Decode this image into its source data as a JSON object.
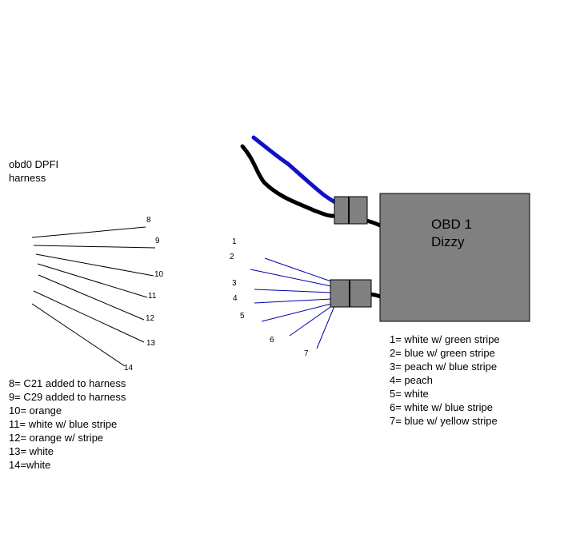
{
  "left_harness": {
    "title_lines": [
      "obd0 DPFI",
      "harness"
    ],
    "wire_numbers": [
      "8",
      "9",
      "10",
      "11",
      "12",
      "13",
      "14"
    ],
    "legend": [
      "8= C21 added to harness",
      "9= C29 added to harness",
      "10= orange",
      "11= white w/ blue stripe",
      "12= orange w/ stripe",
      "13= white",
      "14=white"
    ]
  },
  "distributor": {
    "label_lines": [
      "OBD 1",
      "Dizzy"
    ],
    "body_color": "#808080",
    "wire_numbers": [
      "1",
      "2",
      "3",
      "4",
      "5",
      "6",
      "7"
    ],
    "legend": [
      "1= white w/ green stripe",
      "2= blue w/ green stripe",
      "3= peach w/ blue stripe",
      "4= peach",
      "5= white",
      "6= white w/ blue stripe",
      "7= blue w/ yellow stripe"
    ]
  },
  "colors": {
    "pin_lines": "#0000aa",
    "blue_cable": "#1010cc",
    "black_cable": "#000000"
  }
}
